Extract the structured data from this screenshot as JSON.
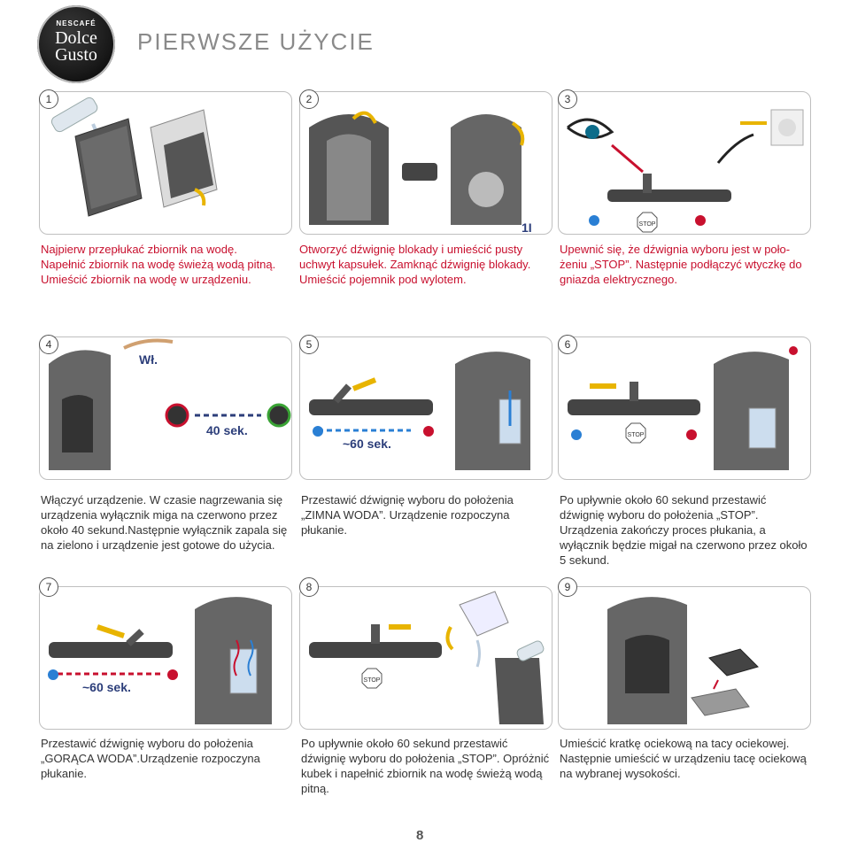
{
  "logo": {
    "line1": "NESCAFÉ",
    "line2": "Dolce",
    "line3": "Gusto"
  },
  "title": "PIERWSZE UŻYCIE",
  "steps": [
    {
      "num": "1",
      "text": "Najpierw przepłukać zbiornik na wodę. Napełnić zbiornik na wodę świeżą wodą pitną. Umieścić zbiornik na wodę w urządzeniu.",
      "color": "#c8102e"
    },
    {
      "num": "2",
      "text": "Otworzyć dźwignię blokady i umieścić pusty uchwyt kapsułek. Zamknąć dźwignię blokady. Umieścić pojemnik pod wylotem.",
      "color": "#c8102e",
      "image_label": "1I"
    },
    {
      "num": "3",
      "text": "Upewnić się, że dźwignia wyboru jest w poło-żeniu „STOP”. Następnie podłączyć wtyczkę do gniazda elektrycznego.",
      "color": "#c8102e",
      "image_label": "STOP"
    },
    {
      "num": "4",
      "text": "Włączyć urządzenie. W czasie nagrzewania się urządzenia wyłącznik miga na czerwono przez około 40 sekund.Następnie wyłącznik zapala się na zielono i urządzenie jest gotowe do użycia.",
      "color": "#333333",
      "image_label_top": "Wł.",
      "image_label": "40 sek."
    },
    {
      "num": "5",
      "text": "Przestawić dźwignię wyboru do położenia „ZIMNA WODA”. Urządzenie rozpoczyna płukanie.",
      "color": "#333333",
      "image_label": "~60 sek."
    },
    {
      "num": "6",
      "text": "Po upływnie około 60 sekund przestawić dźwignię wyboru do położenia „STOP”. Urządzenia zakończy proces płukania, a wyłącznik będzie migał na czerwono przez około 5 sekund.",
      "color": "#333333",
      "image_label": "STOP"
    },
    {
      "num": "7",
      "text": "Przestawić dźwignię wyboru do położenia „GORĄCA WODA”.Urządzenie rozpoczyna płukanie.",
      "color": "#333333",
      "image_label": "~60 sek."
    },
    {
      "num": "8",
      "text": "Po upływnie około 60 sekund przestawić dźwignię wyboru do położenia „STOP”. Opróżnić kubek i napełnić zbiornik na wodę świeżą wodą pitną.",
      "color": "#333333",
      "image_label": "STOP"
    },
    {
      "num": "9",
      "text": "Umieścić kratkę ociekową na tacy ociekowej. Następnie umieścić w urządzeniu tacę ociekową na wybranej wysokości.",
      "color": "#333333"
    }
  ],
  "page_number": "8"
}
